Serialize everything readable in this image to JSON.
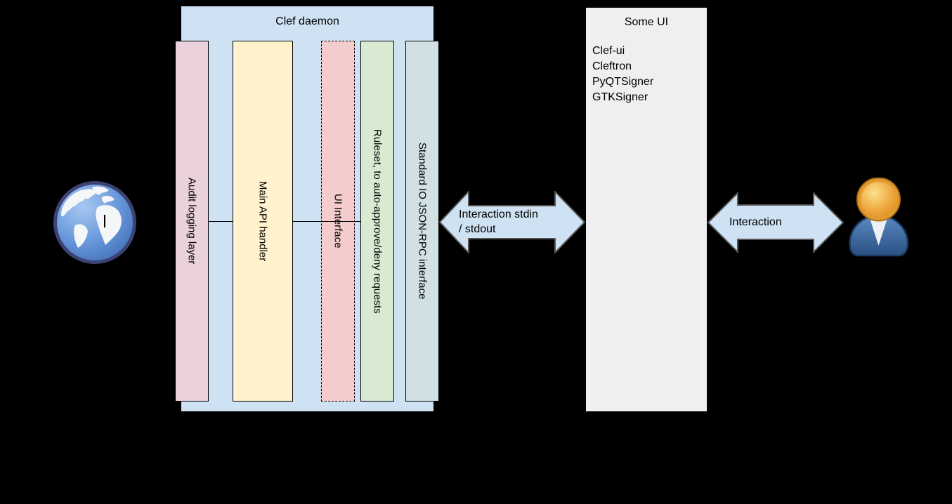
{
  "diagram": {
    "background_color": "#000000"
  },
  "clef_daemon": {
    "title": "Clef daemon",
    "fill": "#cfe2f3",
    "layers": [
      {
        "label": "Audit logging layer",
        "fill": "#ead1dc",
        "border": "solid"
      },
      {
        "label": "Main API handler",
        "fill": "#fff2cc",
        "border": "solid"
      },
      {
        "label": "UI Interface",
        "fill": "#f4cccc",
        "border": "dashed"
      },
      {
        "label": "Ruleset, to auto-approve/deny requests",
        "fill": "#d9ead3",
        "border": "solid"
      },
      {
        "label": "Standard IO JSON-RPC interface",
        "fill": "#d0e0e3",
        "border": "solid"
      }
    ]
  },
  "some_ui": {
    "title": "Some UI",
    "fill": "#efefef",
    "items": [
      "Clef-ui",
      "Cleftron",
      "PyQTSigner",
      "GTKSigner"
    ]
  },
  "arrows": {
    "stdio": {
      "label_line1": "Interaction stdin",
      "label_line2": "/ stdout",
      "fill": "#cfe2f3",
      "stroke": "#555555"
    },
    "user": {
      "label": "Interaction",
      "fill": "#cfe2f3",
      "stroke": "#555555"
    }
  },
  "icons": {
    "left_endpoint": "globe-icon",
    "right_endpoint": "user-icon"
  }
}
